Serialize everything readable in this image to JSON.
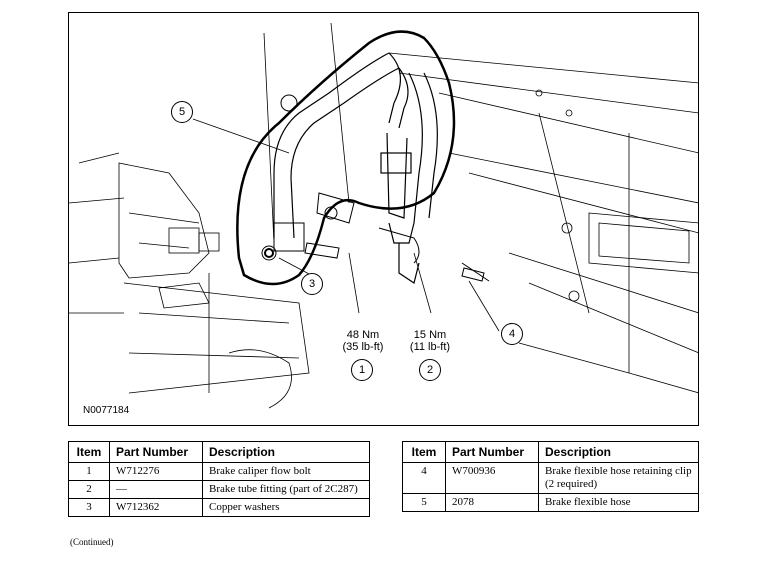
{
  "figure": {
    "code": "N0077184",
    "callouts": [
      "5",
      "3",
      "4",
      "1",
      "2"
    ],
    "torques": [
      {
        "nm": "48 Nm",
        "lbft": "(35 lb-ft)"
      },
      {
        "nm": "15 Nm",
        "lbft": "(11 lb-ft)"
      }
    ]
  },
  "tables": {
    "headers": [
      "Item",
      "Part Number",
      "Description"
    ],
    "left_rows": [
      {
        "item": "1",
        "part": "W712276",
        "desc": "Brake caliper flow bolt"
      },
      {
        "item": "2",
        "part": "—",
        "desc": "Brake tube fitting (part of 2C287)"
      },
      {
        "item": "3",
        "part": "W712362",
        "desc": "Copper washers"
      }
    ],
    "right_rows": [
      {
        "item": "4",
        "part": "W700936",
        "desc": "Brake flexible hose retaining clip (2 required)"
      },
      {
        "item": "5",
        "part": "2078",
        "desc": "Brake flexible hose"
      }
    ]
  },
  "footer": {
    "continued": "(Continued)"
  }
}
